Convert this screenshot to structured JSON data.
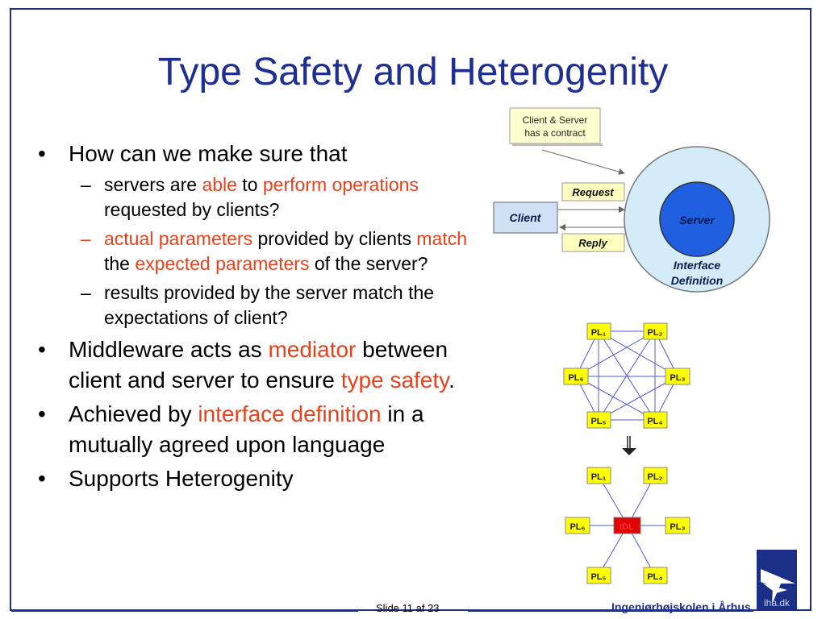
{
  "slide": {
    "title": "Type Safety and Heterogenity",
    "bullets": [
      {
        "text": "How can we make sure that"
      },
      {
        "segments": [
          "servers are ",
          "able",
          " to ",
          "perform operations",
          " requested by clients?"
        ]
      },
      {
        "segments": [
          "actual parameters",
          " provided by clients ",
          "match",
          " the ",
          "expected parameters",
          " of the server?"
        ]
      },
      {
        "text": "results provided by the server match the expectations of client?"
      },
      {
        "segments": [
          "Middleware acts as ",
          "mediator",
          " between client and server to ensure ",
          "type safety",
          "."
        ]
      },
      {
        "segments": [
          "Achieved by ",
          "interface definition",
          " in a mutually agreed upon language"
        ]
      },
      {
        "text": "Supports Heterogenity"
      }
    ]
  },
  "diagram": {
    "contract_line1": "Client & Server",
    "contract_line2": "has a contract",
    "request": "Request",
    "reply": "Reply",
    "client": "Client",
    "server": "Server",
    "interface_line1": "Interface",
    "interface_line2": "Definition",
    "pl_nodes": [
      "PL₁",
      "PL₂",
      "PL₃",
      "PL₄",
      "PL₅",
      "PL₆"
    ],
    "idl": "IDL"
  },
  "footer": {
    "slide_label": "Slide 11 af  23",
    "institution": "Ingeniørhøjskolen i Århus",
    "logo_text": "iha.dk"
  },
  "colors": {
    "title": "#1f2f8f",
    "highlight": "#e8421c",
    "outer_circle": "#d4ecf8",
    "server_circle": "#1f5fe0",
    "node_fill": "#ffff00",
    "idl_fill": "#e00000"
  }
}
